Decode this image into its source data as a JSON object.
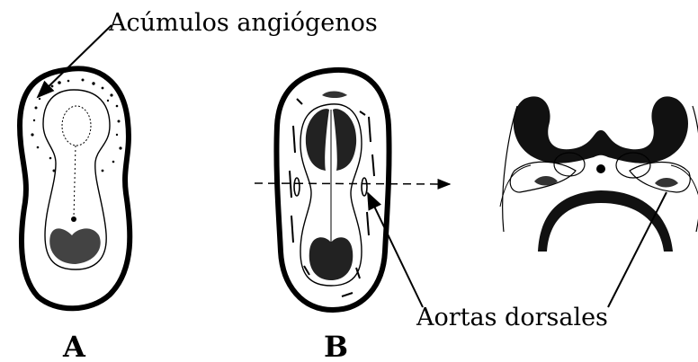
{
  "labels": {
    "acumulos": "Acúmulos angiógenos",
    "aortas": "Aortas dorsales",
    "panel_a": "A",
    "panel_b": "B"
  },
  "colors": {
    "ink": "#000000",
    "background": "#ffffff"
  }
}
